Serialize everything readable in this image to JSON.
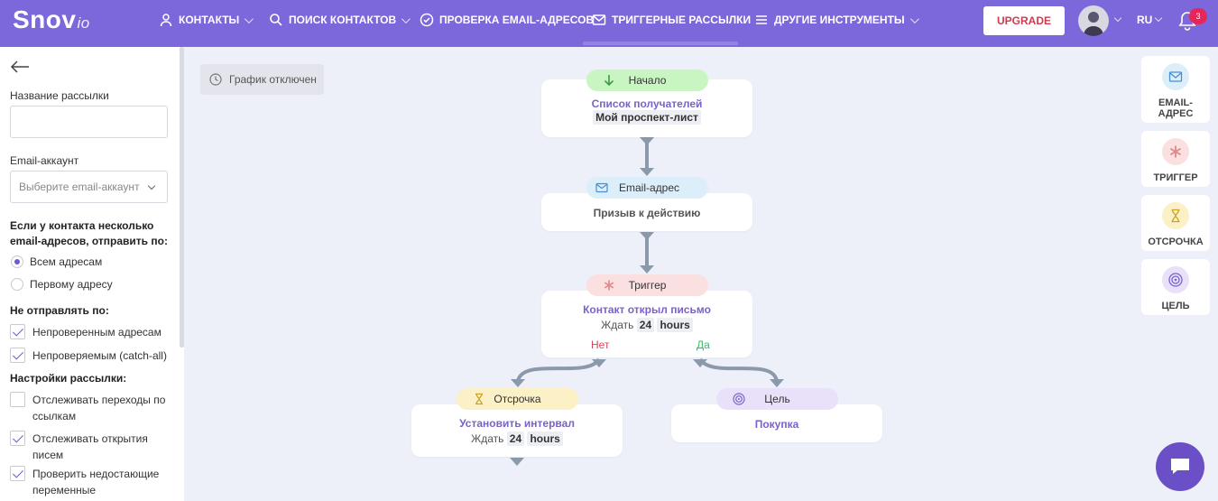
{
  "topbar": {
    "logo_main": "Snov",
    "logo_suffix": "io",
    "nav": [
      {
        "label": "КОНТАКТЫ",
        "icon": "user-icon"
      },
      {
        "label": "ПОИСК КОНТАКТОВ",
        "icon": "search-icon"
      },
      {
        "label": "ПРОВЕРКА EMAIL-АДРЕСОВ",
        "icon": "check-circle-icon"
      },
      {
        "label": "ТРИГГЕРНЫЕ РАССЫЛКИ",
        "icon": "envelope-icon"
      },
      {
        "label": "ДРУГИЕ ИНСТРУМЕНТЫ",
        "icon": "menu-icon"
      }
    ],
    "upgrade_label": "UPGRADE",
    "lang": "RU",
    "notifications_count": "3"
  },
  "sidebar": {
    "campaign_name_label": "Название рассылки",
    "campaign_name_value": "",
    "email_account_label": "Email-аккаунт",
    "email_account_placeholder": "Выберите email-аккаунт",
    "multi_email_label": "Если у контакта несколько email-адресов, отправить по:",
    "multi_email_options": [
      {
        "label": "Всем адресам",
        "selected": true
      },
      {
        "label": "Первому адресу",
        "selected": false
      }
    ],
    "do_not_send_label": "Не отправлять по:",
    "do_not_send_options": [
      {
        "label": "Непроверенным адресам",
        "checked": true
      },
      {
        "label": "Непроверяемым (catch-all)",
        "checked": true
      }
    ],
    "settings_label": "Настройки рассылки:",
    "settings_options": [
      {
        "label": "Отслеживать переходы по ссылкам",
        "checked": false
      },
      {
        "label": "Отслеживать открытия писем",
        "checked": true
      },
      {
        "label": "Проверить недостающие переменные",
        "checked": true
      }
    ]
  },
  "canvas": {
    "schedule_label": "График отключен",
    "start_node": {
      "pill": "Начало",
      "title": "Список получателей",
      "sub": "Мой проспект-лист"
    },
    "email_node": {
      "pill": "Email-адрес",
      "title": "Призыв к действию"
    },
    "trigger_node": {
      "pill": "Триггер",
      "title": "Контакт открыл письмо",
      "wait_prefix": "Ждать",
      "wait_value": "24",
      "wait_unit": "hours",
      "no_label": "Нет",
      "yes_label": "Да"
    },
    "delay_node": {
      "pill": "Отсрочка",
      "title": "Установить интервал",
      "wait_prefix": "Ждать",
      "wait_value": "24",
      "wait_unit": "hours"
    },
    "goal_node": {
      "pill": "Цель",
      "title": "Покупка"
    }
  },
  "palette": [
    {
      "label": "EMAIL-АДРЕС",
      "icon": "envelope-icon",
      "color": "#dceefa"
    },
    {
      "label": "ТРИГГЕР",
      "icon": "asterisk-icon",
      "color": "#fbe0e1"
    },
    {
      "label": "ОТСРОЧКА",
      "icon": "hourglass-icon",
      "color": "#fbf0c6"
    },
    {
      "label": "ЦЕЛЬ",
      "icon": "target-icon",
      "color": "#e9e0fa"
    }
  ],
  "colors": {
    "brand": "#7c67db",
    "accent": "#6d5bd0",
    "upgrade_text": "#d23a4f",
    "no": "#d8435a",
    "yes": "#3cb96b"
  }
}
